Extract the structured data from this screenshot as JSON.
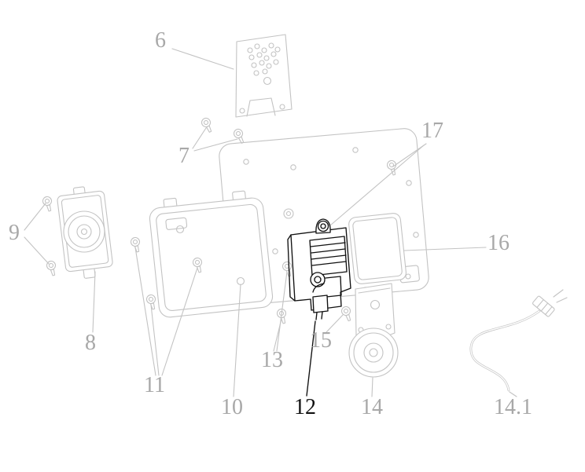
{
  "diagram": {
    "type": "exploded-parts-diagram",
    "background": "#ffffff",
    "muted_stroke": "#c3c3c3",
    "label_color": "#a8a8a8",
    "highlight_color": "#111111",
    "highlighted_part": "12",
    "labels": [
      {
        "text": "6",
        "highlighted": false
      },
      {
        "text": "7",
        "highlighted": false
      },
      {
        "text": "8",
        "highlighted": false
      },
      {
        "text": "9",
        "highlighted": false
      },
      {
        "text": "10",
        "highlighted": false
      },
      {
        "text": "11",
        "highlighted": false
      },
      {
        "text": "12",
        "highlighted": true
      },
      {
        "text": "13",
        "highlighted": false
      },
      {
        "text": "14",
        "highlighted": false
      },
      {
        "text": "14.1",
        "highlighted": false
      },
      {
        "text": "15",
        "highlighted": false
      },
      {
        "text": "16",
        "highlighted": false
      },
      {
        "text": "17",
        "highlighted": false
      }
    ]
  }
}
